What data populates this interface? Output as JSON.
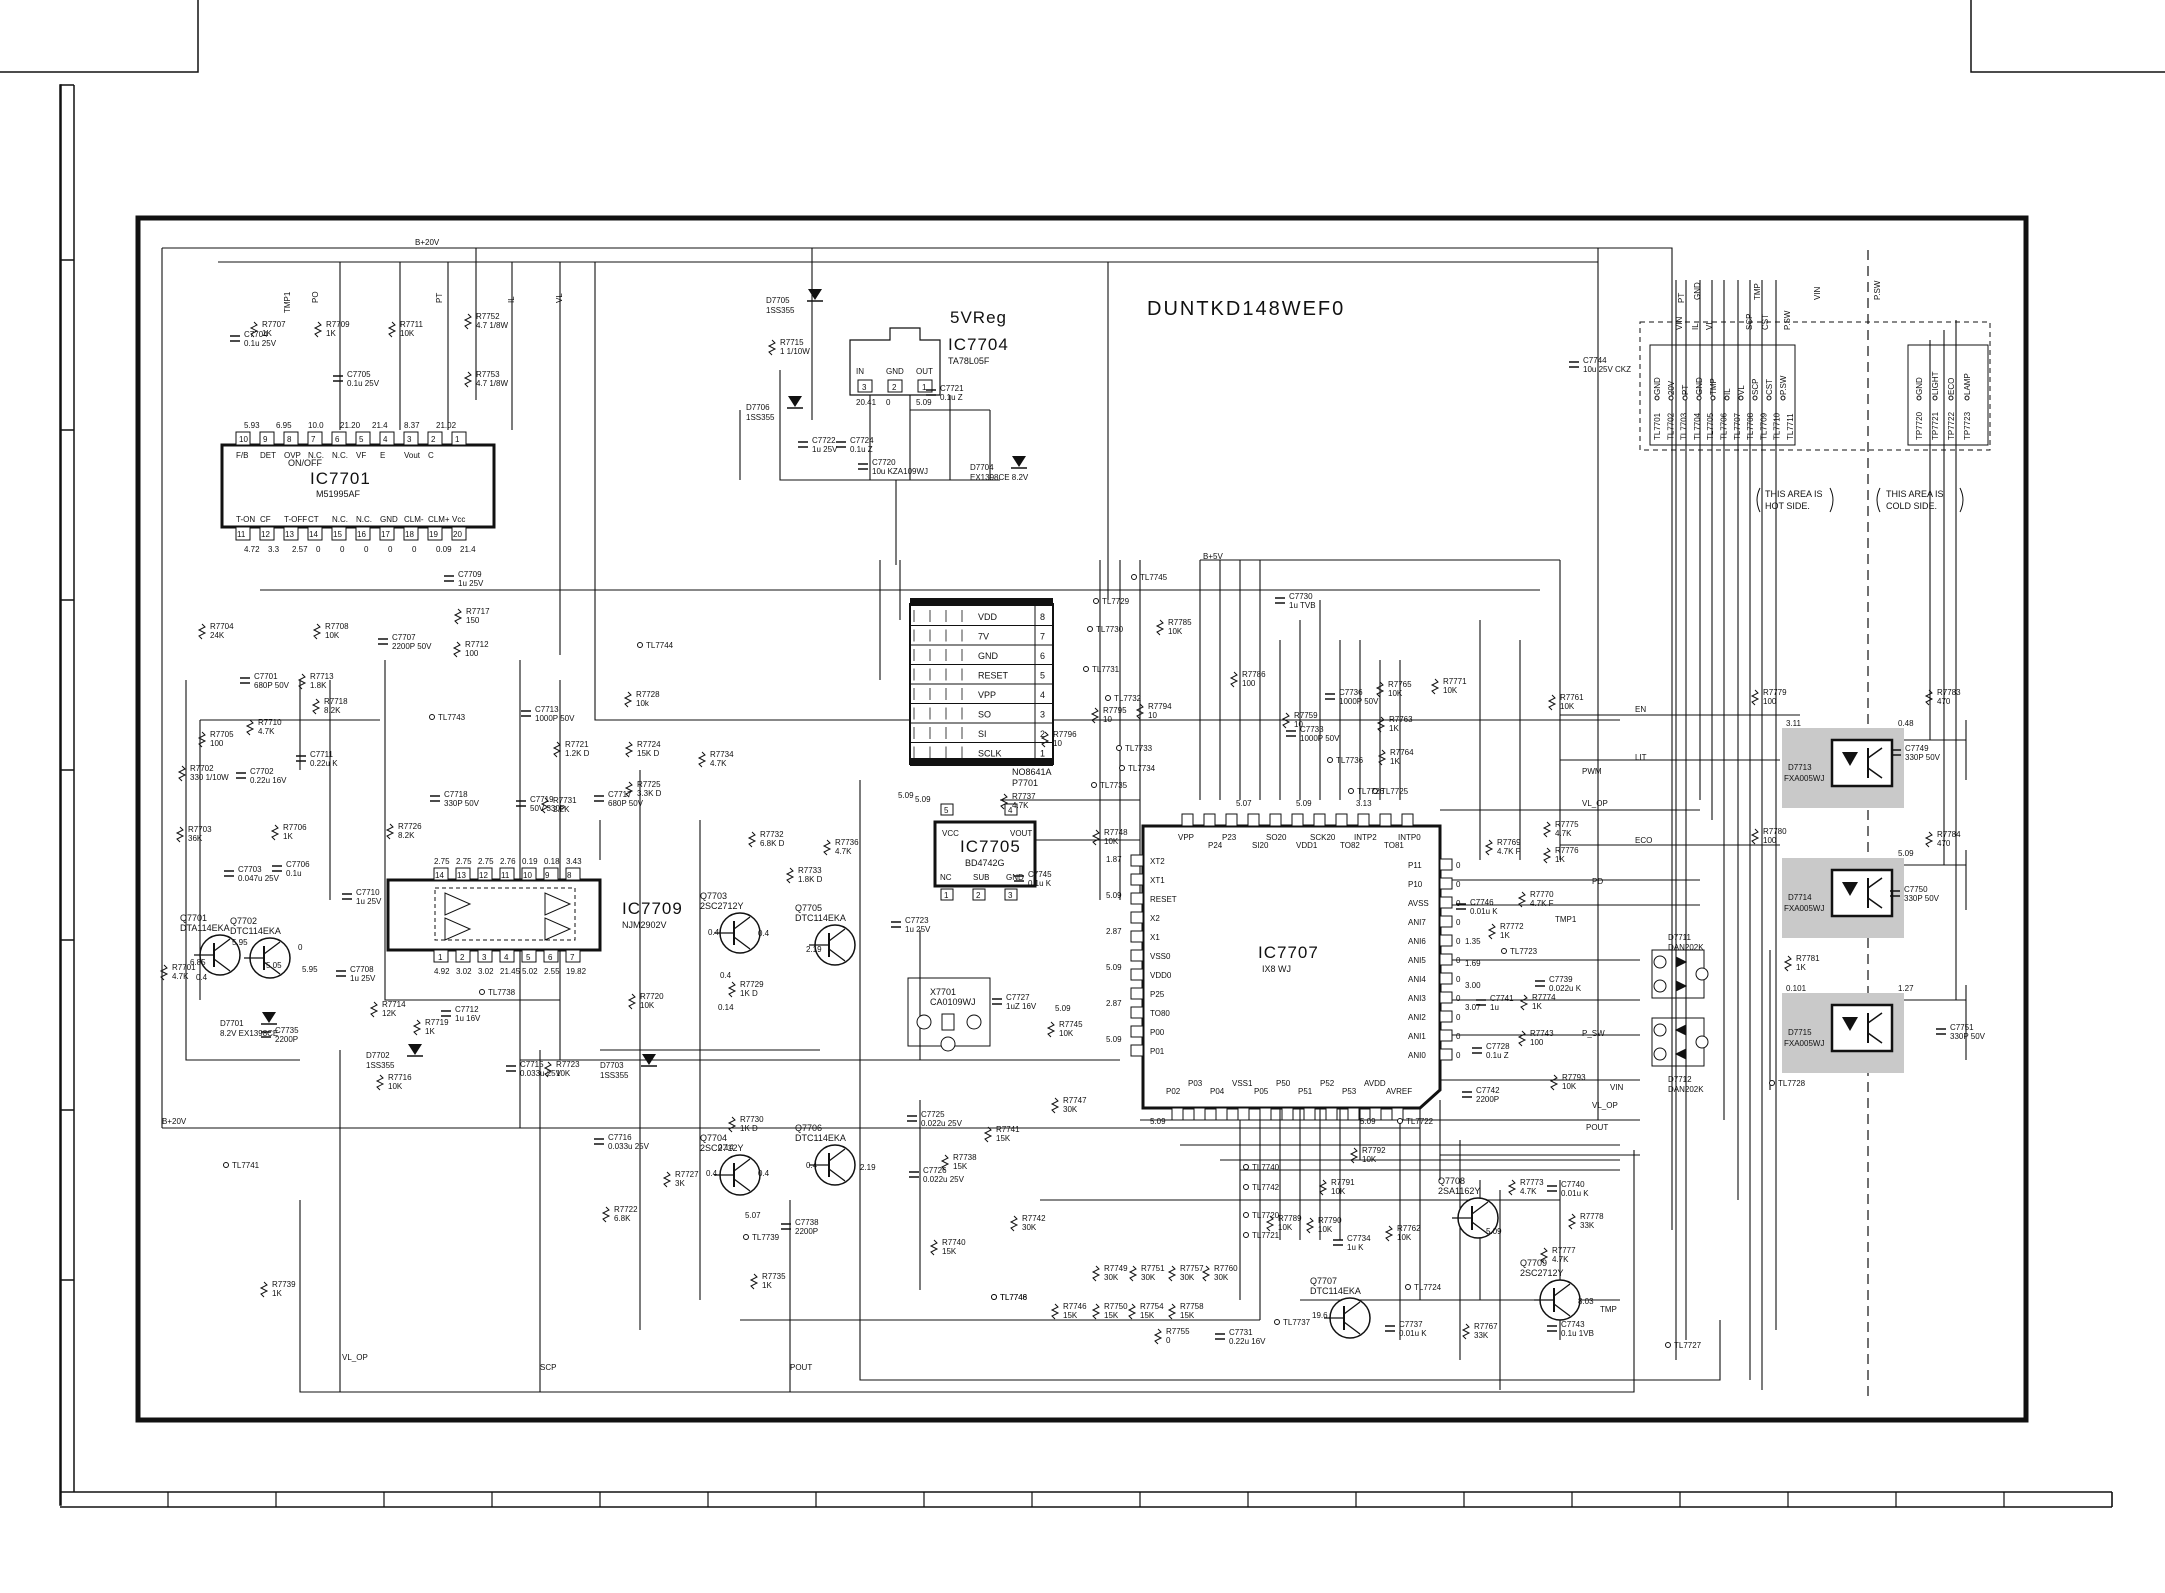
{
  "board_title": "DUNTKD148WEF0",
  "notes": {
    "hot": [
      "THIS AREA IS",
      "HOT SIDE."
    ],
    "cold": [
      "THIS AREA IS",
      "COLD SIDE."
    ]
  },
  "regulator_title": "5VReg",
  "ic7701": {
    "ref": "IC7701",
    "part": "M51995AF",
    "top_pins": [
      "F/B",
      "DET",
      "OVP",
      "N.C.",
      "N.C.",
      "VF",
      "E",
      "Vout",
      "C"
    ],
    "on_off": "ON/OFF",
    "bottom_pins": [
      "T-ON",
      "CF",
      "T-OFF",
      "CT",
      "N.C.",
      "N.C.",
      "GND",
      "CLM-",
      "CLM+",
      "Vcc"
    ],
    "top_nums": [
      "10",
      "9",
      "8",
      "7",
      "6",
      "5",
      "4",
      "3",
      "2",
      "1"
    ],
    "bottom_nums": [
      "11",
      "12",
      "13",
      "14",
      "15",
      "16",
      "17",
      "18",
      "19",
      "20"
    ],
    "top_volts": [
      "5.93",
      "6.95",
      "10.0",
      "21.20",
      "21.4",
      "8.37",
      "21.02"
    ],
    "bottom_volts": [
      "4.72",
      "3.3",
      "2.57",
      "0",
      "0",
      "0",
      "0",
      "0",
      "0.09",
      "21.4"
    ]
  },
  "ic7704": {
    "ref": "IC7704",
    "part": "TA78L05F",
    "pins": [
      "IN",
      "GND",
      "OUT"
    ],
    "nums": [
      "3",
      "2",
      "1"
    ],
    "volts": [
      "20.41",
      "0",
      "5.09"
    ]
  },
  "ic7705": {
    "ref": "IC7705",
    "part": "BD4742G",
    "pins": [
      "VCC",
      "VOUT",
      "NC",
      "SUB",
      "GND"
    ],
    "nums": [
      "5",
      "4",
      "1",
      "2",
      "3"
    ],
    "volt": "5.09"
  },
  "ic7707": {
    "ref": "IC7707",
    "part": "IX8 WJ",
    "top_pins": [
      "VPP",
      "P24",
      "P23",
      "SI20",
      "SO20",
      "VDD1",
      "SCK20",
      "TO82",
      "INTP2",
      "TO81",
      "INTP0"
    ],
    "left_pins": [
      "XT2",
      "XT1",
      "RESET",
      "X2",
      "X1",
      "VSS0",
      "VDD0",
      "P25",
      "TO80",
      "P00",
      "P01"
    ],
    "right_pins": [
      "P11",
      "P10",
      "AVSS",
      "ANI7",
      "ANI6",
      "ANI5",
      "ANI4",
      "ANI3",
      "ANI2",
      "ANI1",
      "ANI0"
    ],
    "bottom_pins": [
      "P02",
      "P03",
      "P04",
      "VSS1",
      "P05",
      "P50",
      "P51",
      "P52",
      "P53",
      "AVDD",
      "AVREF"
    ],
    "left_volts": [
      "1.87",
      "5.09",
      "2.87",
      "5.09",
      "2.87",
      "5.09"
    ],
    "right_volts": [
      "1.35",
      "1.69",
      "3.00",
      "3.07"
    ],
    "top_volts": [
      "5.07",
      "5.09",
      "3.13"
    ],
    "bottom_volts": [
      "5.09",
      "5.09"
    ]
  },
  "ic7709": {
    "ref": "IC7709",
    "part": "NJM2902V",
    "top_nums": [
      "14",
      "13",
      "12",
      "11",
      "10",
      "9",
      "8"
    ],
    "bottom_nums": [
      "1",
      "2",
      "3",
      "4",
      "5",
      "6",
      "7"
    ],
    "top_volts": [
      "2.75",
      "2.75",
      "2.75",
      "2.76",
      "0.19",
      "0.18",
      "3.43"
    ],
    "bottom_volts": [
      "4.92",
      "3.02",
      "3.02",
      "21.45",
      "5.02",
      "2.55",
      "19.82"
    ]
  },
  "connector_p7701": {
    "part": "NO8641A",
    "ref": "P7701",
    "rows": [
      {
        "name": "VDD",
        "num": "8"
      },
      {
        "name": "7V",
        "num": "7"
      },
      {
        "name": "GND",
        "num": "6"
      },
      {
        "name": "RESET",
        "num": "5"
      },
      {
        "name": "VPP",
        "num": "4"
      },
      {
        "name": "SO",
        "num": "3"
      },
      {
        "name": "SI",
        "num": "2"
      },
      {
        "name": "SCLK",
        "num": "1"
      }
    ]
  },
  "tp_group_a": {
    "pins": [
      "GND",
      "20V",
      "PT",
      "GND",
      "TMP",
      "IL",
      "VL",
      "SCP",
      "CST",
      "P.SW"
    ],
    "refs": [
      "TL7701",
      "TL7702",
      "TL7703",
      "TL7704",
      "TL7705",
      "TL7706",
      "TL7707",
      "TL7708",
      "TL7709",
      "TL7710",
      "TL7711"
    ]
  },
  "tp_group_b": {
    "pins": [
      "GND",
      "LIGHT",
      "ECO",
      "LAMP"
    ],
    "refs": [
      "TP7720",
      "TP7721",
      "TP7722",
      "TP7723"
    ]
  },
  "top_signals": [
    "TMP1",
    "PO",
    "PT",
    "IL",
    "VL",
    "PT",
    "VIN",
    "IL",
    "VL",
    "SCP",
    "CST",
    "P.SW",
    "GND",
    "TMP",
    "VIN",
    "P.SW"
  ],
  "nets": [
    "B+20V",
    "B+5V",
    "EN",
    "LIT",
    "ECO",
    "PWM",
    "VL_OP",
    "PD",
    "TMP1",
    "POUT",
    "VL_OP",
    "SCP",
    "POUT",
    "TMP",
    "VIN",
    "P_SW",
    "VL_OP",
    "B+20V",
    "TL7741",
    "TL7744",
    "TL7743",
    "TL7745",
    "TL7729",
    "TL7730",
    "TL7731",
    "TL7732",
    "TL7733",
    "TL7734",
    "TL7735",
    "TL7736",
    "TL7737",
    "TL7738",
    "TL7739",
    "TL7740",
    "TL7742",
    "TL7720",
    "TL7721",
    "TL7722",
    "TL7723",
    "TL7724",
    "TL7725",
    "TL7726",
    "TL7727",
    "TL7728",
    "TL7746",
    "TL7748"
  ],
  "photocouplers": [
    {
      "ref": "D7713",
      "part": "FXA005WJ",
      "in_v": "3.11",
      "out_v": "0.48"
    },
    {
      "ref": "D7714",
      "part": "FXA005WJ",
      "in_v": "",
      "out_v": "5.09"
    },
    {
      "ref": "D7715",
      "part": "FXA005WJ",
      "in_v": "0.101",
      "out_v": "1.27"
    }
  ],
  "transistors": [
    {
      "ref": "Q7701",
      "part": "DTA114EKA"
    },
    {
      "ref": "Q7702",
      "part": "DTC114EKA"
    },
    {
      "ref": "Q7703",
      "part": "2SC2712Y"
    },
    {
      "ref": "Q7705",
      "part": "DTC114EKA"
    },
    {
      "ref": "Q7704",
      "part": "2SC2712Y"
    },
    {
      "ref": "Q7706",
      "part": "DTC114EKA"
    },
    {
      "ref": "Q7707",
      "part": "DTC114EKA"
    },
    {
      "ref": "Q7708",
      "part": "2SA1162Y"
    },
    {
      "ref": "Q7709",
      "part": "2SC2712Y"
    }
  ],
  "transistor_volts": [
    "6.85",
    "5.95",
    "0.4",
    "5.05",
    "0",
    "5.95",
    "0.4",
    "0.4",
    "2.19",
    "0.14",
    "0.4",
    "0.14",
    "0.4",
    "5.07",
    "2.19",
    "19.6",
    "5.09",
    "8.03"
  ],
  "diodes": [
    {
      "ref": "D7705",
      "part": "1SS355"
    },
    {
      "ref": "D7706",
      "part": "1SS355"
    },
    {
      "ref": "D7704",
      "part": "EX1398CE 8.2V"
    },
    {
      "ref": "D7701",
      "part": "8.2V EX1398CE"
    },
    {
      "ref": "D7702",
      "part": "1SS355"
    },
    {
      "ref": "D7703",
      "part": "1SS355"
    },
    {
      "ref": "D7711",
      "part": "DAN202K"
    },
    {
      "ref": "D7712",
      "part": "DAN202K"
    }
  ],
  "crystal": {
    "ref": "X7701",
    "part": "CA0109WJ"
  },
  "resistors": [
    {
      "ref": "R7707",
      "val": "1K"
    },
    {
      "ref": "R7709",
      "val": "1K"
    },
    {
      "ref": "R7711",
      "val": "10K"
    },
    {
      "ref": "R7752",
      "val": "4.7 1/8W"
    },
    {
      "ref": "R7753",
      "val": "4.7 1/8W"
    },
    {
      "ref": "R7715",
      "val": "1 1/10W"
    },
    {
      "ref": "R7704",
      "val": "24K"
    },
    {
      "ref": "R7708",
      "val": "10K"
    },
    {
      "ref": "R7717",
      "val": "150"
    },
    {
      "ref": "R7712",
      "val": "100"
    },
    {
      "ref": "R7713",
      "val": "1.8K"
    },
    {
      "ref": "R7718",
      "val": "8.2K"
    },
    {
      "ref": "R7710",
      "val": "4.7K"
    },
    {
      "ref": "R7705",
      "val": "100"
    },
    {
      "ref": "R7702",
      "val": "330 1/10W"
    },
    {
      "ref": "R7703",
      "val": "36K"
    },
    {
      "ref": "R7706",
      "val": "1K"
    },
    {
      "ref": "R7701",
      "val": "4.7K"
    },
    {
      "ref": "R7728",
      "val": "10k"
    },
    {
      "ref": "R7721",
      "val": "1.2K D"
    },
    {
      "ref": "R7724",
      "val": "15K D"
    },
    {
      "ref": "R7725",
      "val": "3.3K D"
    },
    {
      "ref": "R7734",
      "val": "4.7K"
    },
    {
      "ref": "R7731",
      "val": "2.2K"
    },
    {
      "ref": "R7726",
      "val": "8.2K"
    },
    {
      "ref": "R7714",
      "val": "12K"
    },
    {
      "ref": "R7719",
      "val": "1K"
    },
    {
      "ref": "R7716",
      "val": "10K"
    },
    {
      "ref": "R7723",
      "val": "10K"
    },
    {
      "ref": "R7720",
      "val": "10K"
    },
    {
      "ref": "R7732",
      "val": "6.8K D"
    },
    {
      "ref": "R7733",
      "val": "1.8K D"
    },
    {
      "ref": "R7736",
      "val": "4.7K"
    },
    {
      "ref": "R7737",
      "val": "4.7K"
    },
    {
      "ref": "R7729",
      "val": "1K D"
    },
    {
      "ref": "R7730",
      "val": "1K D"
    },
    {
      "ref": "R7727",
      "val": "3K"
    },
    {
      "ref": "R7722",
      "val": "6.8K"
    },
    {
      "ref": "R7739",
      "val": "1K"
    },
    {
      "ref": "R7735",
      "val": "1K"
    },
    {
      "ref": "R7748",
      "val": "10K"
    },
    {
      "ref": "R7795",
      "val": "10"
    },
    {
      "ref": "R7796",
      "val": "10"
    },
    {
      "ref": "R7794",
      "val": "10"
    },
    {
      "ref": "R7785",
      "val": "10K"
    },
    {
      "ref": "R7786",
      "val": "100"
    },
    {
      "ref": "R7759",
      "val": "10"
    },
    {
      "ref": "R7765",
      "val": "10K"
    },
    {
      "ref": "R7771",
      "val": "10K"
    },
    {
      "ref": "R7763",
      "val": "1K"
    },
    {
      "ref": "R7764",
      "val": "1K"
    },
    {
      "ref": "R7761",
      "val": "10K"
    },
    {
      "ref": "R7745",
      "val": "10K"
    },
    {
      "ref": "R7747",
      "val": "30K"
    },
    {
      "ref": "R7741",
      "val": "15K"
    },
    {
      "ref": "R7738",
      "val": "15K"
    },
    {
      "ref": "R7740",
      "val": "15K"
    },
    {
      "ref": "R7742",
      "val": "30K"
    },
    {
      "ref": "R7749",
      "val": "30K"
    },
    {
      "ref": "R7751",
      "val": "30K"
    },
    {
      "ref": "R7757",
      "val": "30K"
    },
    {
      "ref": "R7760",
      "val": "30K"
    },
    {
      "ref": "R7746",
      "val": "15K"
    },
    {
      "ref": "R7750",
      "val": "15K"
    },
    {
      "ref": "R7754",
      "val": "15K"
    },
    {
      "ref": "R7758",
      "val": "15K"
    },
    {
      "ref": "R7755",
      "val": "0"
    },
    {
      "ref": "R7769",
      "val": "4.7K F"
    },
    {
      "ref": "R7775",
      "val": "4.7K"
    },
    {
      "ref": "R7776",
      "val": "1K"
    },
    {
      "ref": "R7770",
      "val": "4.7K F"
    },
    {
      "ref": "R7772",
      "val": "1K"
    },
    {
      "ref": "R7774",
      "val": "1K"
    },
    {
      "ref": "R7743",
      "val": "100"
    },
    {
      "ref": "R7793",
      "val": "10K"
    },
    {
      "ref": "R7792",
      "val": "10K"
    },
    {
      "ref": "R7791",
      "val": "10K"
    },
    {
      "ref": "R7790",
      "val": "10K"
    },
    {
      "ref": "R7789",
      "val": "10K"
    },
    {
      "ref": "R7762",
      "val": "10K"
    },
    {
      "ref": "R7773",
      "val": "4.7K"
    },
    {
      "ref": "R7778",
      "val": "33K"
    },
    {
      "ref": "R7777",
      "val": "4.7K"
    },
    {
      "ref": "R7767",
      "val": "33K"
    },
    {
      "ref": "R7779",
      "val": "100"
    },
    {
      "ref": "R7783",
      "val": "470"
    },
    {
      "ref": "R7780",
      "val": "100"
    },
    {
      "ref": "R7784",
      "val": "470"
    },
    {
      "ref": "R7781",
      "val": "1K"
    }
  ],
  "capacitors": [
    {
      "ref": "C7704",
      "val": "0.1u 25V"
    },
    {
      "ref": "C7705",
      "val": "0.1u 25V"
    },
    {
      "ref": "C7709",
      "val": "1u 25V"
    },
    {
      "ref": "C7707",
      "val": "2200P 50V"
    },
    {
      "ref": "C7701",
      "val": "680P 50V"
    },
    {
      "ref": "C7711",
      "val": "0.22u K"
    },
    {
      "ref": "C7702",
      "val": "0.22u 16V"
    },
    {
      "ref": "C7703",
      "val": "0.047u 25V"
    },
    {
      "ref": "C7706",
      "val": "0.1u"
    },
    {
      "ref": "C7735",
      "val": "2200P"
    },
    {
      "ref": "C7713",
      "val": "1000P 50V"
    },
    {
      "ref": "C7718",
      "val": "330P 50V"
    },
    {
      "ref": "C7719",
      "val": "50V 330P"
    },
    {
      "ref": "C7717",
      "val": "680P 50V"
    },
    {
      "ref": "C7710",
      "val": "1u 25V"
    },
    {
      "ref": "C7708",
      "val": "1u 25V"
    },
    {
      "ref": "C7712",
      "val": "1u 16V"
    },
    {
      "ref": "C7715",
      "val": "0.033u 25V"
    },
    {
      "ref": "C7716",
      "val": "0.033u 25V"
    },
    {
      "ref": "C7722",
      "val": "1u 25V"
    },
    {
      "ref": "C7724",
      "val": "0.1u Z"
    },
    {
      "ref": "C7720",
      "val": "10u KZA109WJ"
    },
    {
      "ref": "C7721",
      "val": "0.1u Z"
    },
    {
      "ref": "C7744",
      "val": "10u 25V CKZ"
    },
    {
      "ref": "C7723",
      "val": "1u 25V"
    },
    {
      "ref": "C7745",
      "val": "0.1u K"
    },
    {
      "ref": "C7727",
      "val": "1uZ 16V"
    },
    {
      "ref": "C7725",
      "val": "0.022u 25V"
    },
    {
      "ref": "C7726",
      "val": "0.022u 25V"
    },
    {
      "ref": "C7738",
      "val": "2200P"
    },
    {
      "ref": "C7730",
      "val": "1u TVB"
    },
    {
      "ref": "C7736",
      "val": "1000P 50V"
    },
    {
      "ref": "C7733",
      "val": "1000P 50V"
    },
    {
      "ref": "C7746",
      "val": "0.01u K"
    },
    {
      "ref": "C7739",
      "val": "0.022u K"
    },
    {
      "ref": "C7741",
      "val": "1u"
    },
    {
      "ref": "C7728",
      "val": "0.1u Z"
    },
    {
      "ref": "C7742",
      "val": "2200P"
    },
    {
      "ref": "C7734",
      "val": "1u K"
    },
    {
      "ref": "C7731",
      "val": "0.22u 16V"
    },
    {
      "ref": "C7737",
      "val": "0.01u K"
    },
    {
      "ref": "C7740",
      "val": "0.01u K"
    },
    {
      "ref": "C7743",
      "val": "0.1u 1VB"
    },
    {
      "ref": "C7749",
      "val": "330P 50V"
    },
    {
      "ref": "C7750",
      "val": "330P 50V"
    },
    {
      "ref": "C7751",
      "val": "330P 50V"
    }
  ],
  "ic_volts_misc": [
    "5.09",
    "5.09",
    "0.4",
    "0.4"
  ]
}
